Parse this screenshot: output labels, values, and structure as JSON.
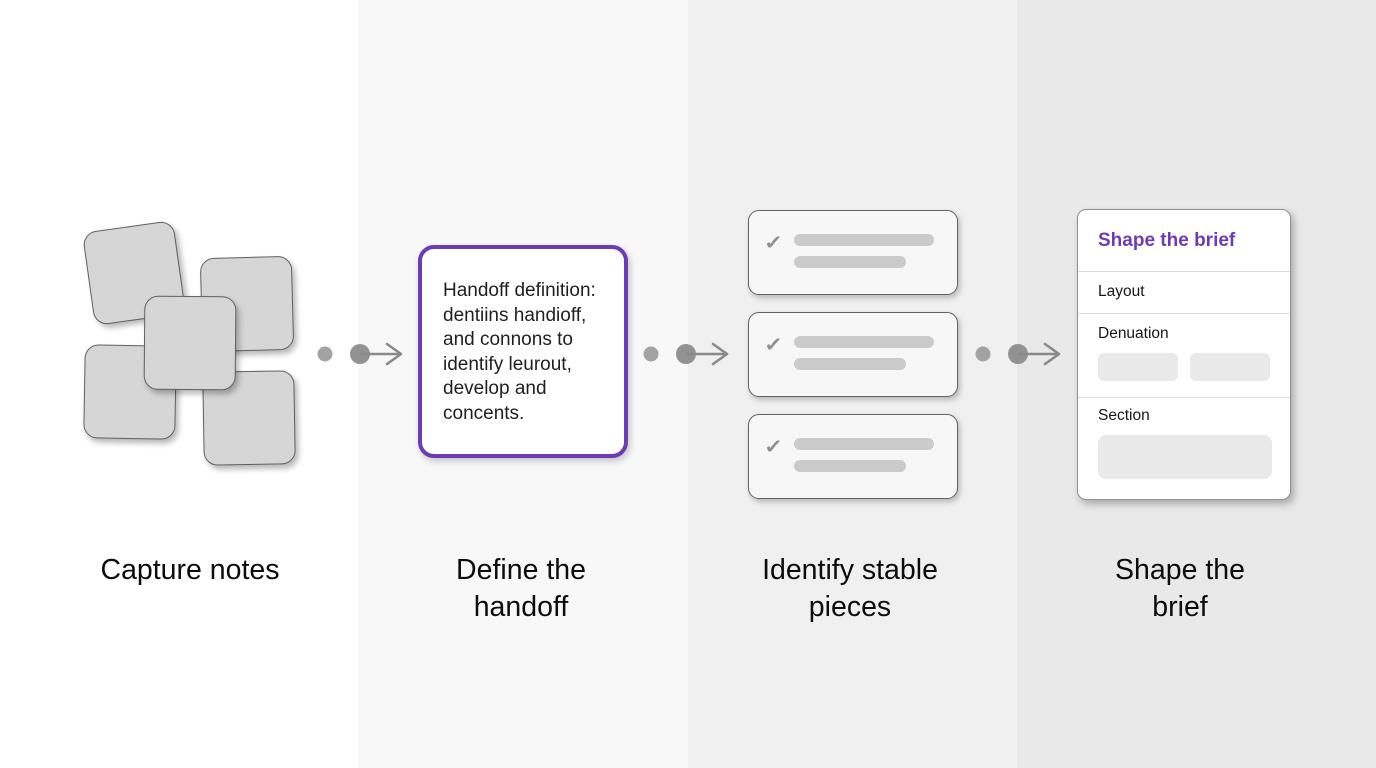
{
  "steps": [
    {
      "caption": "Capture notes"
    },
    {
      "caption": "Define the handoff",
      "card": {
        "lines": [
          "Handoff definition:",
          "dentiins handioff,",
          "and connons to",
          "identify leurout,",
          "develop and",
          "concents."
        ]
      }
    },
    {
      "caption": "Identify stable pieces"
    },
    {
      "caption": "Shape the brief",
      "panel": {
        "title": "Shape the brief",
        "sections": [
          "Layout",
          "Denuation",
          "Section"
        ]
      }
    }
  ],
  "icons": {
    "check": "✓",
    "arrow": "dot-dot-arrow-right"
  },
  "colors": {
    "accent_purple": "#6d3cb5",
    "band_1": "#ffffff",
    "band_2": "#f8f8f8",
    "band_3": "#f0f0f1",
    "band_4": "#e9e9e9",
    "note_fill": "#d6d6d6",
    "note_border": "#5f6163",
    "placeholder_bar": "#cbcbcb",
    "connector_gray": "#8f8f8f"
  }
}
